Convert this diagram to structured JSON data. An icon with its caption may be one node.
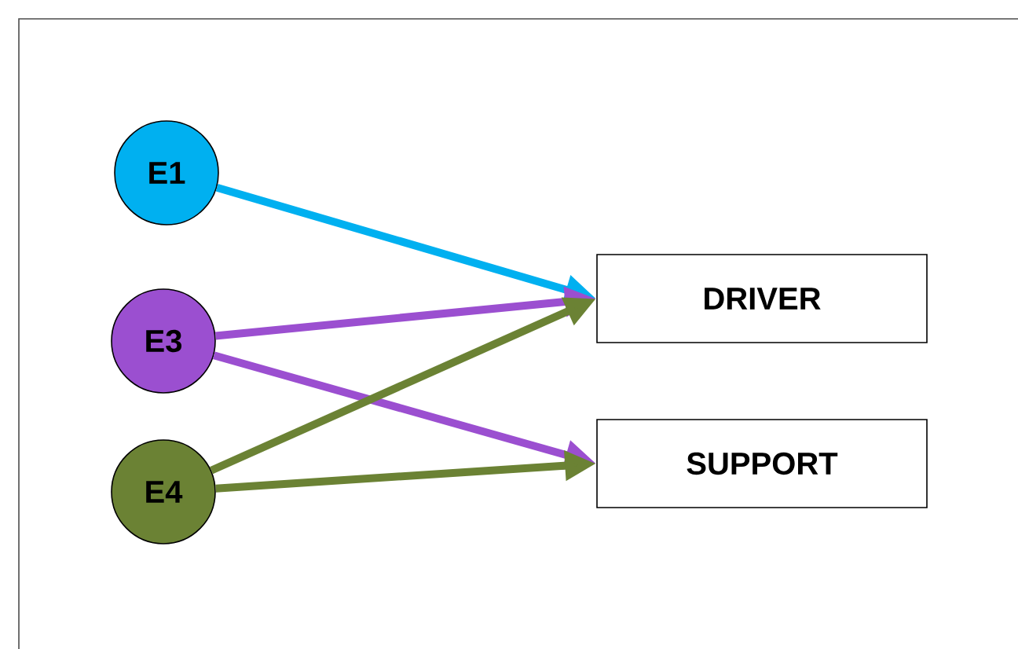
{
  "diagram": {
    "nodes": [
      {
        "text": [
          "E1"
        ]
      },
      {
        "text": [
          "E3"
        ]
      },
      {
        "text": [
          "E4"
        ]
      },
      {
        "text": [
          "DRIVER"
        ]
      },
      {
        "text": [
          "SUPPORT"
        ]
      }
    ],
    "edges": [
      {
        "from": 0,
        "to": 3,
        "arrow": "to",
        "color": "#00b0f0"
      },
      {
        "from": 1,
        "to": 3,
        "arrow": "to",
        "color": "#9b4fd0"
      },
      {
        "from": 1,
        "to": 4,
        "arrow": "to",
        "color": "#9b4fd0"
      },
      {
        "from": 2,
        "to": 3,
        "arrow": "to",
        "color": "#6b8234"
      },
      {
        "from": 2,
        "to": 4,
        "arrow": "to",
        "color": "#6b8234"
      }
    ]
  }
}
